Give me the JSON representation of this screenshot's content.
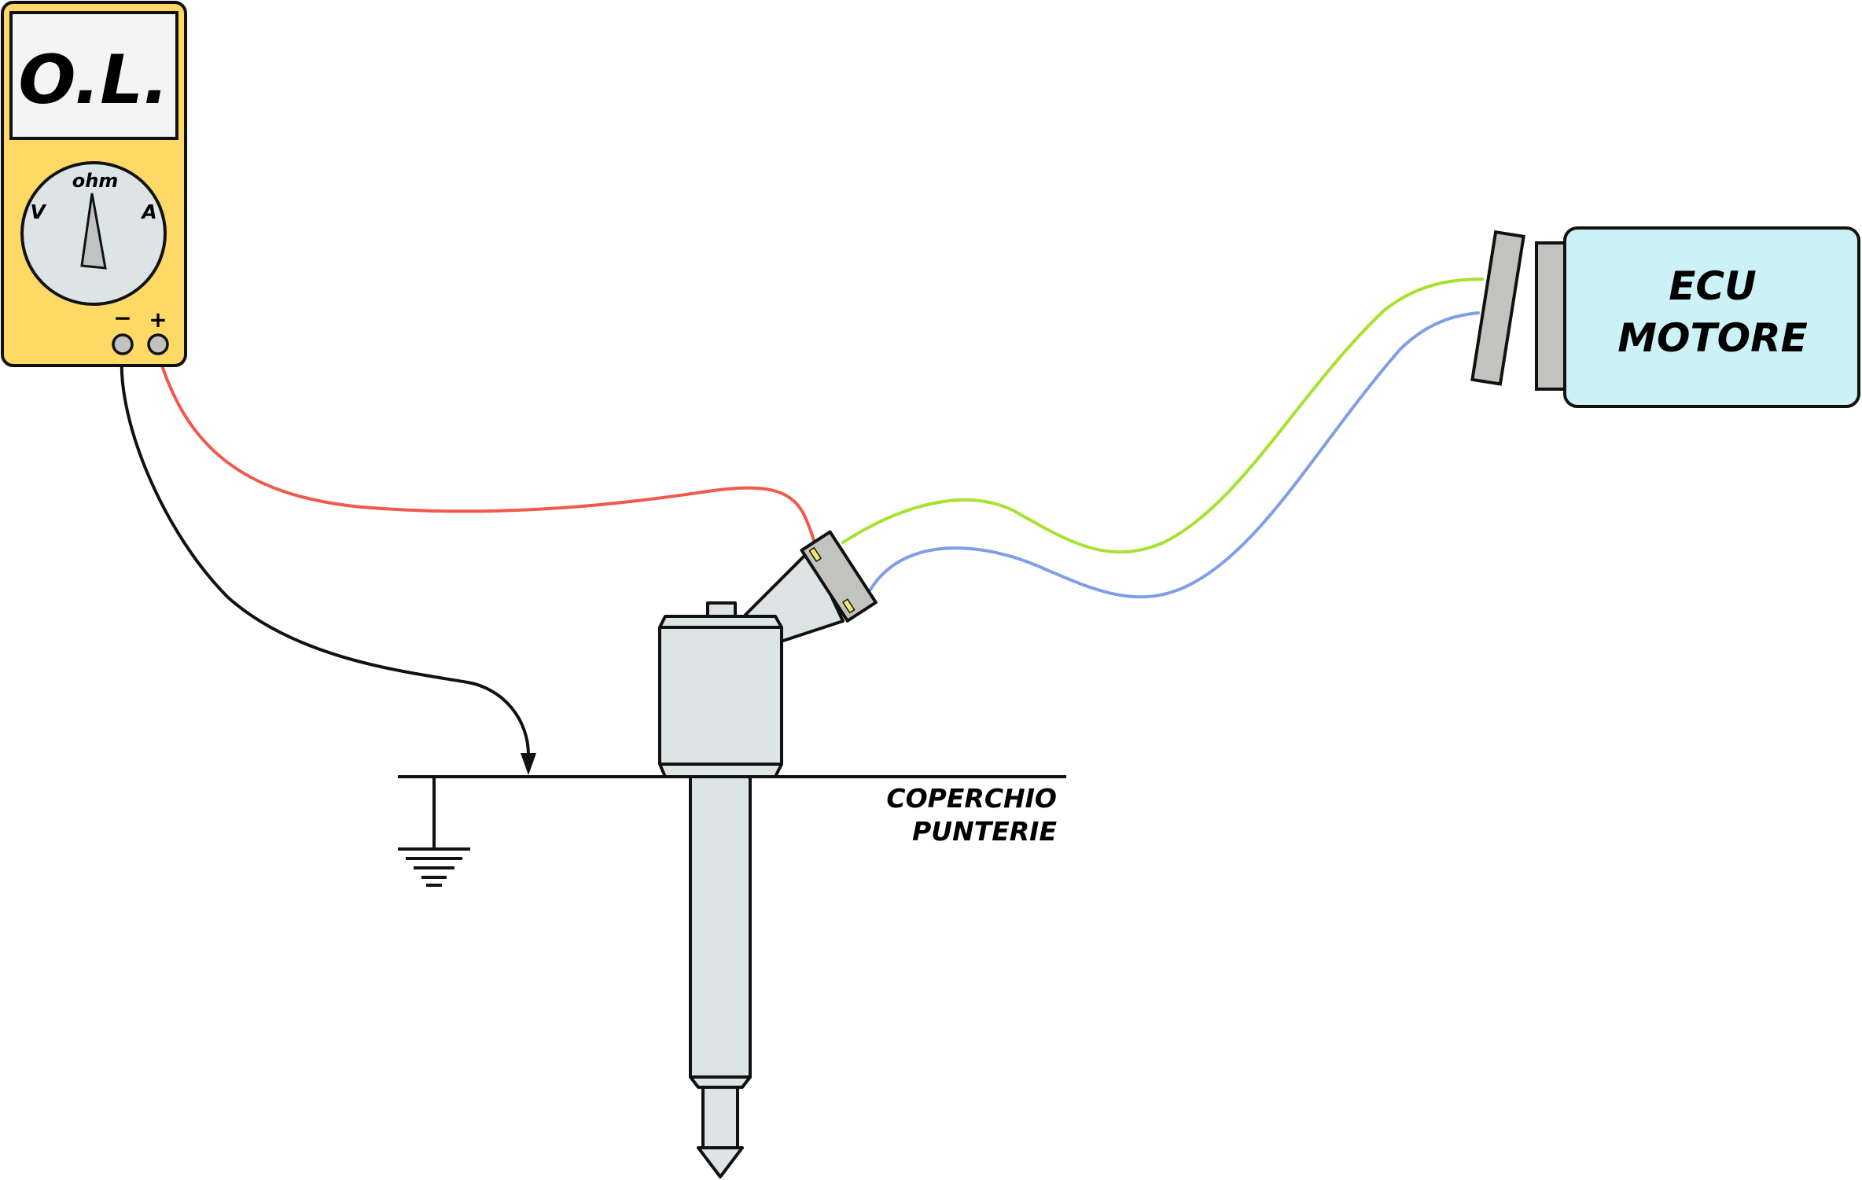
{
  "multimeter": {
    "display_text": "O.L.",
    "dial_ohm": "ohm",
    "dial_v": "V",
    "dial_a": "A",
    "terminal_minus": "−",
    "terminal_plus": "+"
  },
  "ecu": {
    "line1": "ECU",
    "line2": "MOTORE"
  },
  "cover": {
    "line1": "COPERCHIO",
    "line2": "PUNTERIE"
  },
  "colors": {
    "multimeter_body": "#ffd966",
    "display_bg": "#f4f4f4",
    "dial_bg": "#dde4e6",
    "ecu_body": "#ccf2f8",
    "connector": "#c2c2be",
    "injector": "#dde4e6",
    "wire_red": "#ef5a4a",
    "wire_black": "#111111",
    "wire_green": "#a6e22e",
    "wire_blue": "#7f9ee6",
    "pin_yellow": "#f3ea6a"
  }
}
